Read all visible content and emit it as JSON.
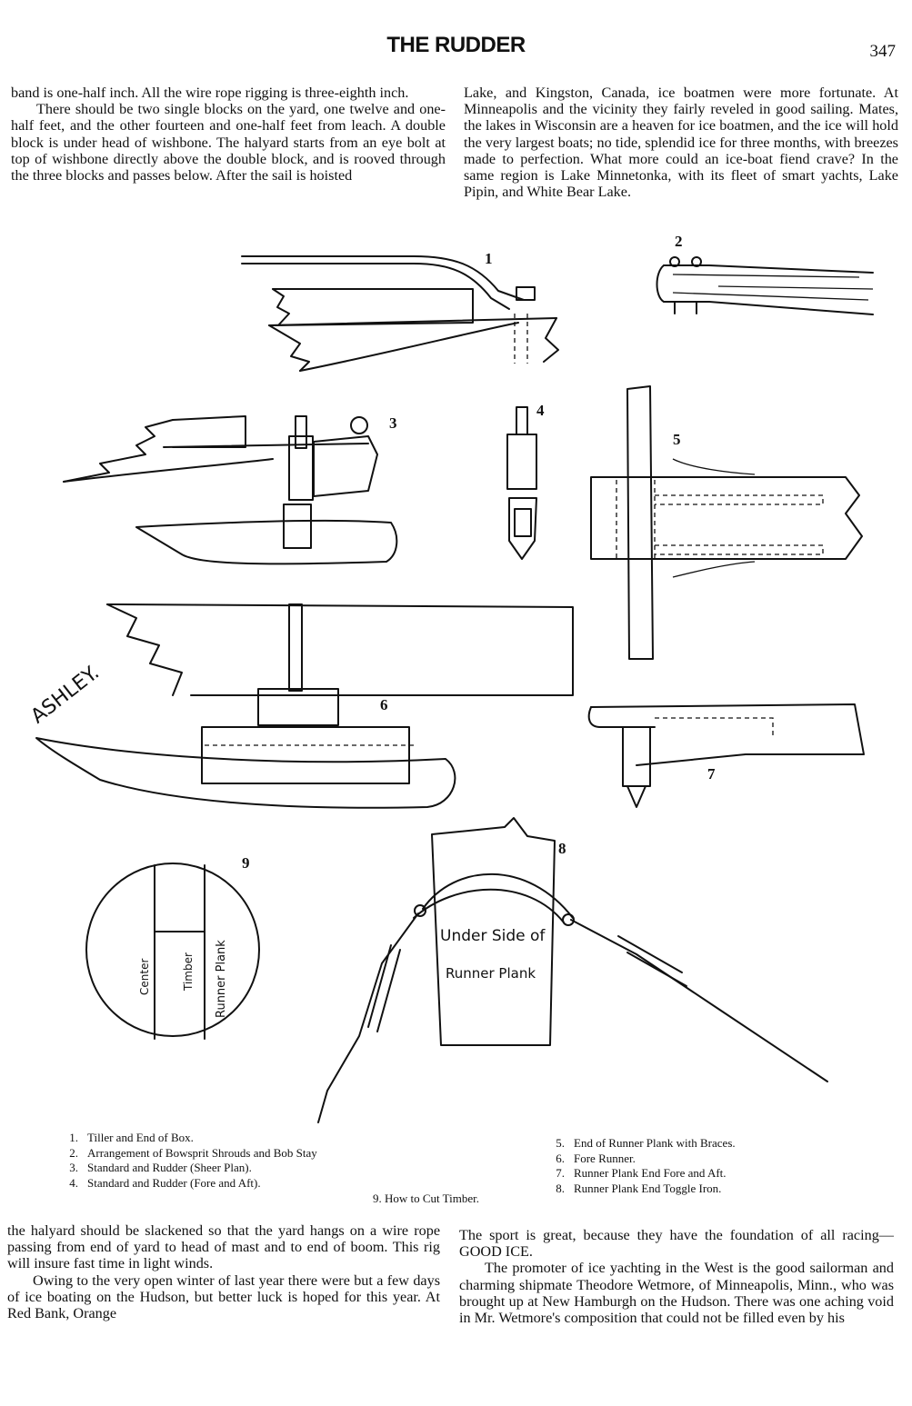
{
  "header": {
    "title": "THE RUDDER",
    "page_number": "347"
  },
  "top_left_paragraphs": [
    "band is one-half inch. All the wire rope rigging is three-eighth inch.",
    "There should be two single blocks on the yard, one twelve and one-half feet, and the other fourteen and one-half feet from leach. A double block is under head of wishbone. The halyard starts from an eye bolt at top of wishbone directly above the double block, and is rooved through the three blocks and passes below. After the sail is hoisted"
  ],
  "top_right_paragraphs": [
    "Lake, and Kingston, Canada, ice boatmen were more fortunate. At Minneapolis and the vicinity they fairly reveled in good sailing. Mates, the lakes in Wisconsin are a heaven for ice boatmen, and the ice will hold the very largest boats; no tide, splendid ice for three months, with breezes made to perfection. What more could an ice-boat fiend crave? In the same region is Lake Minnetonka, with its fleet of smart yachts, Lake Pipin, and White Bear Lake."
  ],
  "figure": {
    "numbers": [
      "1",
      "2",
      "3",
      "4",
      "5",
      "6",
      "7",
      "8",
      "9"
    ],
    "artist_signature": "ASHLEY.",
    "label_fig8_line1": "Under Side of",
    "label_fig8_line2": "Runner Plank",
    "label_fig9_center_1": "Center",
    "label_fig9_center_2": "Timber",
    "label_fig9_runner": "Runner Plank"
  },
  "captions_left": [
    {
      "num": "1.",
      "text": "Tiller and End of Box."
    },
    {
      "num": "2.",
      "text": "Arrangement of Bowsprit Shrouds and Bob Stay"
    },
    {
      "num": "3.",
      "text": "Standard and Rudder (Sheer Plan)."
    },
    {
      "num": "4.",
      "text": "Standard and Rudder (Fore and Aft)."
    }
  ],
  "captions_right": [
    {
      "num": "5.",
      "text": "End of Runner Plank with Braces."
    },
    {
      "num": "6.",
      "text": "Fore Runner."
    },
    {
      "num": "7.",
      "text": "Runner Plank End Fore and Aft."
    },
    {
      "num": "8.",
      "text": "Runner Plank End Toggle Iron."
    }
  ],
  "caption_center": "9. How to Cut Timber.",
  "bottom_left_paragraphs": [
    "the halyard should be slackened so that the yard hangs on a wire rope passing from end of yard to head of mast and to end of boom. This rig will insure fast time in light winds.",
    "Owing to the very open winter of last year there were but a few days of ice boating on the Hudson, but better luck is hoped for this year. At Red Bank, Orange"
  ],
  "bottom_right_paragraphs": [
    "The sport is great, because they have the foundation of all racing—GOOD ICE.",
    "The promoter of ice yachting in the West is the good sailorman and charming shipmate Theodore Wetmore, of Minneapolis, Minn., who was brought up at New Hamburgh on the Hudson. There was one aching void in Mr. Wetmore's composition that could not be filled even by his"
  ]
}
